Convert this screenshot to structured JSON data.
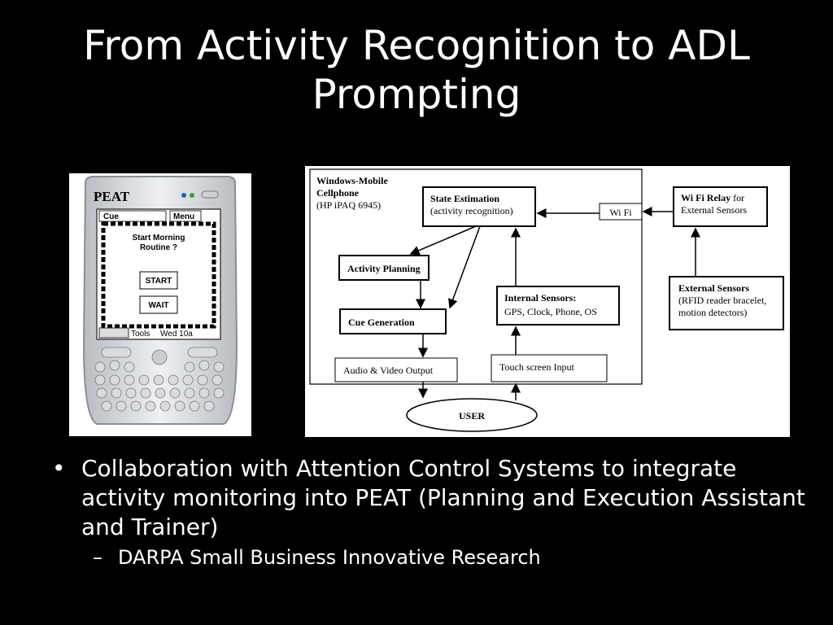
{
  "slide": {
    "title_line1": "From Activity Recognition to ADL",
    "title_line2": "Prompting"
  },
  "phone": {
    "brand": "PEAT",
    "cue_tab": "Cue",
    "menu_tab": "Menu",
    "prompt_line1": "Start Morning",
    "prompt_line2": "Routine ?",
    "start_button": "START",
    "wait_button": "WAIT",
    "tools_label": "Tools",
    "date_label": "Wed 10a"
  },
  "diagram": {
    "device_line1": "Windows-Mobile",
    "device_line2": "Cellphone",
    "device_line3": "(HP iPAQ 6945)",
    "state_est_line1": "State Estimation",
    "state_est_line2": "(activity recognition)",
    "wifi": "Wi Fi",
    "relay_line1_bold": "Wi Fi Relay",
    "relay_line1_rest": " for",
    "relay_line2": "External Sensors",
    "activity_planning": "Activity Planning",
    "internal_sensors_title": "Internal Sensors:",
    "internal_sensors_list": "GPS, Clock, Phone, OS",
    "external_sensors_title": "External Sensors",
    "external_sensors_line2": "(RFID reader bracelet,",
    "external_sensors_line3": "motion detectors)",
    "cue_generation": "Cue Generation",
    "audio_video": "Audio & Video Output",
    "touch_input": "Touch screen Input",
    "user": "USER"
  },
  "bullets": {
    "main": "Collaboration with Attention Control Systems to integrate activity monitoring into PEAT (Planning and Execution Assistant and Trainer)",
    "sub": "DARPA Small Business Innovative Research"
  }
}
